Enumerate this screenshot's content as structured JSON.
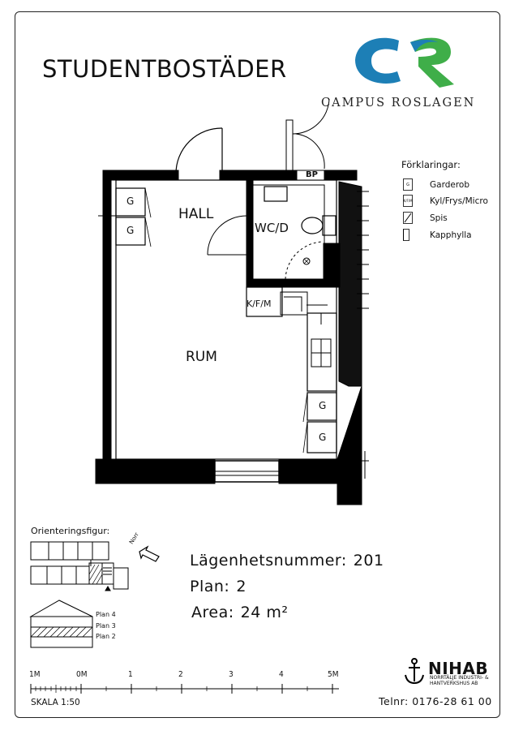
{
  "header": {
    "title": "STUDENTBOSTÄDER",
    "brand": "CAMPUS ROSLAGEN",
    "logo_colors": {
      "blue": "#1d7fb6",
      "green": "#3fae49"
    }
  },
  "floorplan": {
    "rooms": {
      "hall": "HALL",
      "wc": "WC/D",
      "rum": "RUM"
    },
    "fixtures": {
      "bp": "BP",
      "kfm": "K/F/M",
      "garderob_top_1": "G",
      "garderob_top_2": "G",
      "garderob_bottom_1": "G",
      "garderob_bottom_2": "G"
    }
  },
  "legend": {
    "title": "Förklaringar:",
    "items": [
      {
        "symbol": "G",
        "label": "Garderob"
      },
      {
        "symbol": "K/F/M",
        "label": "Kyl/Frys/Micro"
      },
      {
        "symbol": "",
        "label": "Spis"
      },
      {
        "symbol": "",
        "label": "Kapphylla"
      }
    ]
  },
  "orientation": {
    "title": "Orienteringsfigur:",
    "north": "Norr",
    "floors": [
      "Plan 4",
      "Plan 3",
      "Plan 2"
    ]
  },
  "info": {
    "apartment_label": "Lägenhetsnummer:",
    "apartment_number": "201",
    "plan_label": "Plan:",
    "plan_value": "2",
    "area_label": "Area:",
    "area_value": "24 m²"
  },
  "scale": {
    "ticks": [
      "1M",
      "0M",
      "1",
      "2",
      "3",
      "4",
      "5M"
    ],
    "name": "SKALA 1:50"
  },
  "company": {
    "name": "NIHAB",
    "subtitle": "NORRTÄLJE INDUSTRI- & HANTVERKSHUS AB",
    "phone": "Telnr: 0176-28 61 00"
  }
}
